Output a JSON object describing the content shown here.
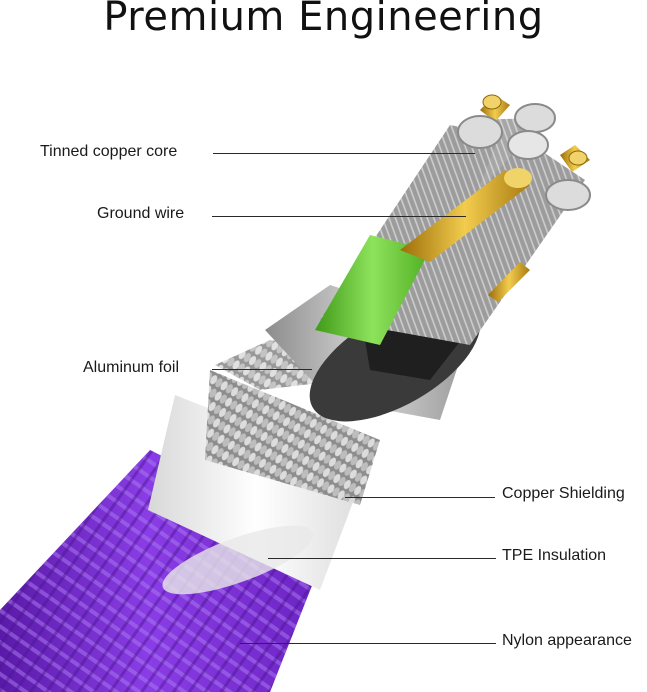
{
  "title": "Premium Engineering",
  "labels": {
    "tinned_copper_core": "Tinned copper core",
    "ground_wire": "Ground wire",
    "aluminum_foil": "Aluminum foil",
    "copper_shielding": "Copper Shielding",
    "tpe_insulation": "TPE Insulation",
    "nylon_appearance": "Nylon appearance"
  },
  "colors": {
    "nylon": "#7b2fd6",
    "tpe": "#f4f4f4",
    "copper_braid": "#c9c9c9",
    "foil": "#b9b9b9",
    "green_wire": "#6cc93a",
    "gold_wire": "#d4a21a",
    "strand": "#a9a9a9"
  }
}
